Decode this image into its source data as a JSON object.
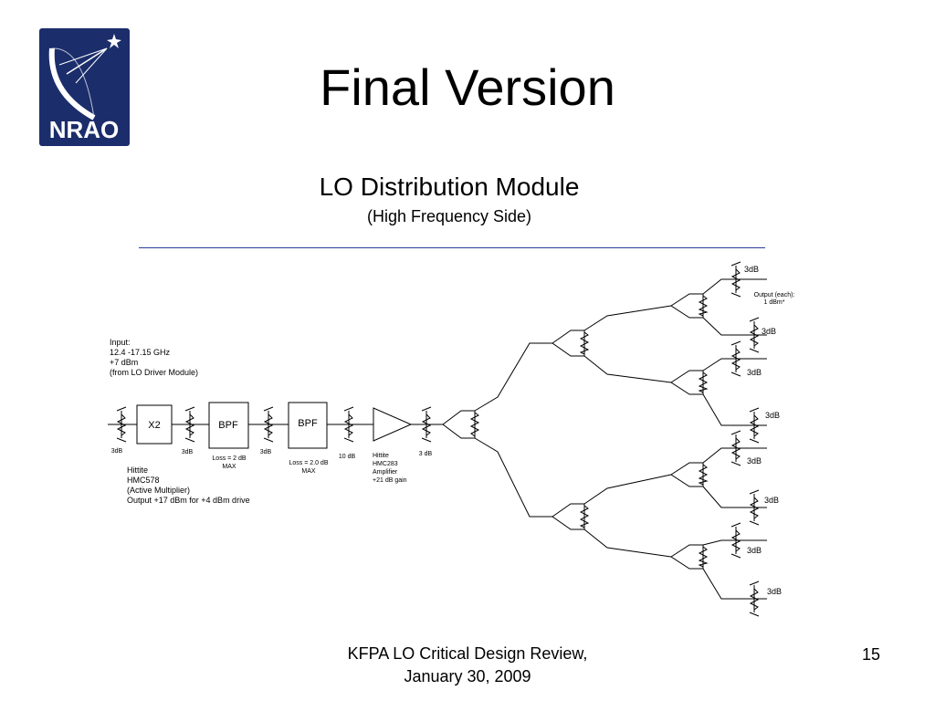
{
  "slide": {
    "title": "Final Version",
    "subtitle": "LO Distribution Module",
    "caption": "(High Frequency Side)",
    "footer_line1": "KFPA LO Critical Design Review,",
    "footer_line2": "January 30, 2009",
    "page_number": "15"
  },
  "logo": {
    "text": "NRAO",
    "icon": "nrao-radio-telescope-logo",
    "background_color": "#1b2d6b"
  },
  "rule_color": "#2b3a9a",
  "diagram": {
    "input_note": [
      "Input:",
      "12.4 -17.15 GHz",
      "+7 dBm",
      "(from LO Driver Module)"
    ],
    "chain": {
      "multiplier_label": "X2",
      "bpf1_label": "BPF",
      "bpf2_label": "BPF",
      "pad1_label": "3dB",
      "pad2_label": "3dB",
      "pad3_label": "3dB",
      "pad4_label": "10 dB",
      "pad5_label": "3 dB",
      "bpf1_loss": [
        "Loss = 2 dB",
        "MAX"
      ],
      "bpf2_loss": [
        "Loss = 2.0 dB",
        "MAX"
      ],
      "multiplier_note": [
        "Hittite",
        "HMC578",
        "(Active Multiplier)",
        "Output +17 dBm for +4 dBm drive"
      ],
      "amp_note": [
        "Hittite",
        "HMC283",
        "Amplifier",
        "+21 dB gain"
      ]
    },
    "output_note": [
      "Output (each):",
      "1 dBm*"
    ],
    "output_pad_labels": [
      "3dB",
      "3dB",
      "3dB",
      "3dB",
      "3dB",
      "3dB",
      "3dB",
      "3dB"
    ]
  }
}
